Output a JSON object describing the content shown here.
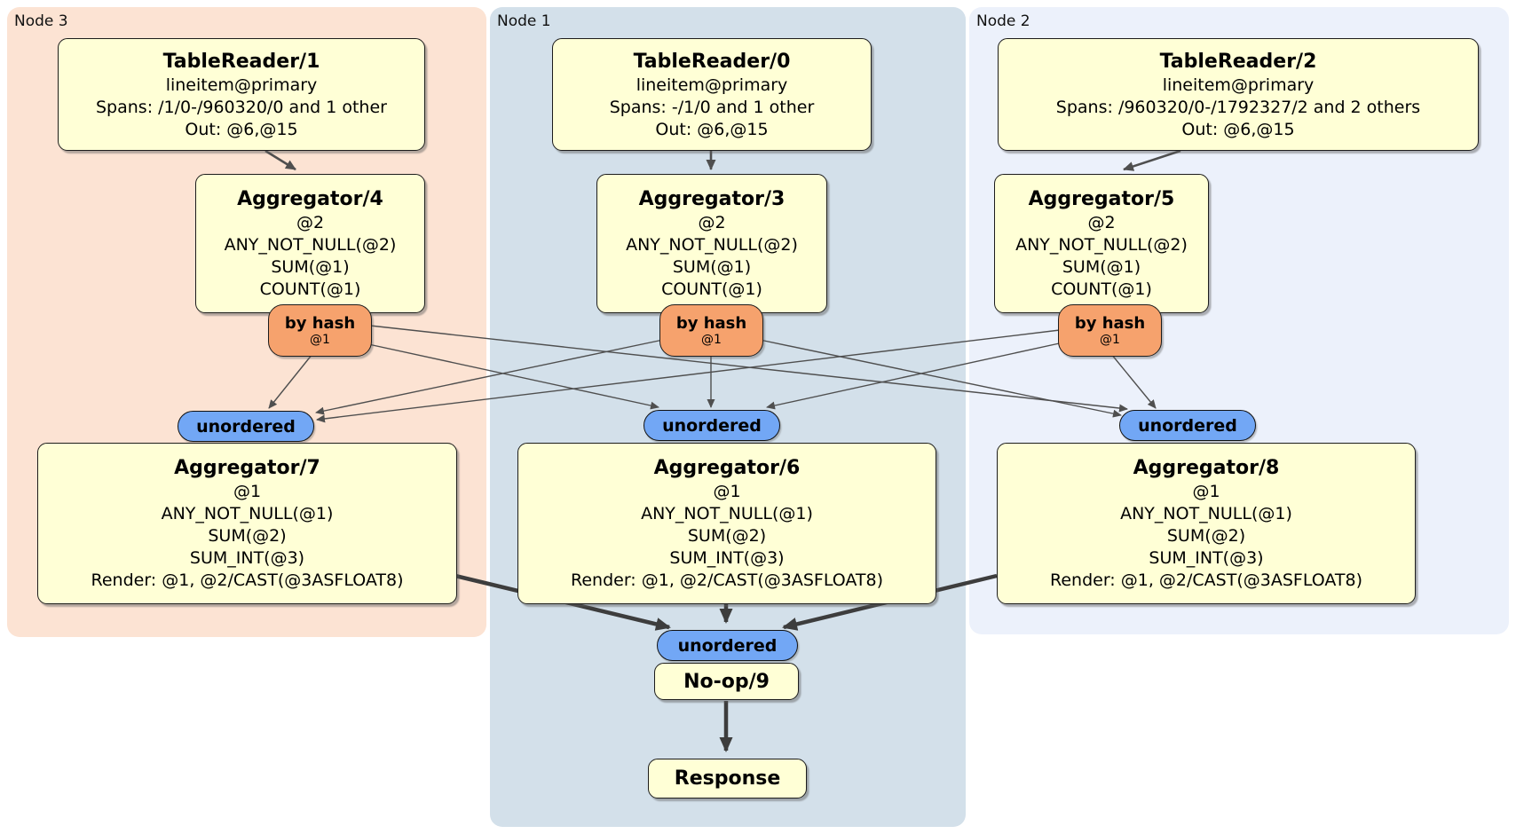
{
  "panels": [
    {
      "label": "Node 3",
      "color": "#fce3d3"
    },
    {
      "label": "Node 1",
      "color": "#d3e0ea"
    },
    {
      "label": "Node 2",
      "color": "#ecf1fb"
    }
  ],
  "router": {
    "label": "by hash",
    "detail": "@1"
  },
  "sync": {
    "label": "unordered"
  },
  "processors": {
    "tablereader1": {
      "title": "TableReader/1",
      "lines": [
        "lineitem@primary",
        "Spans: /1/0-/960320/0 and 1 other",
        "Out: @6,@15"
      ]
    },
    "tablereader0": {
      "title": "TableReader/0",
      "lines": [
        "lineitem@primary",
        "Spans: -/1/0 and 1 other",
        "Out: @6,@15"
      ]
    },
    "tablereader2": {
      "title": "TableReader/2",
      "lines": [
        "lineitem@primary",
        "Spans: /960320/0-/1792327/2 and 2 others",
        "Out: @6,@15"
      ]
    },
    "aggregator4": {
      "title": "Aggregator/4",
      "lines": [
        "@2",
        "ANY_NOT_NULL(@2)",
        "SUM(@1)",
        "COUNT(@1)"
      ]
    },
    "aggregator3": {
      "title": "Aggregator/3",
      "lines": [
        "@2",
        "ANY_NOT_NULL(@2)",
        "SUM(@1)",
        "COUNT(@1)"
      ]
    },
    "aggregator5": {
      "title": "Aggregator/5",
      "lines": [
        "@2",
        "ANY_NOT_NULL(@2)",
        "SUM(@1)",
        "COUNT(@1)"
      ]
    },
    "aggregator7": {
      "title": "Aggregator/7",
      "lines": [
        "@1",
        "ANY_NOT_NULL(@1)",
        "SUM(@2)",
        "SUM_INT(@3)",
        "Render: @1, @2/CAST(@3ASFLOAT8)"
      ]
    },
    "aggregator6": {
      "title": "Aggregator/6",
      "lines": [
        "@1",
        "ANY_NOT_NULL(@1)",
        "SUM(@2)",
        "SUM_INT(@3)",
        "Render: @1, @2/CAST(@3ASFLOAT8)"
      ]
    },
    "aggregator8": {
      "title": "Aggregator/8",
      "lines": [
        "@1",
        "ANY_NOT_NULL(@1)",
        "SUM(@2)",
        "SUM_INT(@3)",
        "Render: @1, @2/CAST(@3ASFLOAT8)"
      ]
    },
    "noop": {
      "title": "No-op/9"
    },
    "response": {
      "title": "Response"
    }
  },
  "colors": {
    "panel_node3": "#fce3d3",
    "panel_node1": "#d3e0ea",
    "panel_node2": "#ecf1fb",
    "processor_fill": "#ffffd6",
    "router_fill": "#f6a26d",
    "sync_fill": "#72a7f5",
    "edge_thin": "#4f4f4f",
    "edge_thick": "#3d3d3d"
  }
}
